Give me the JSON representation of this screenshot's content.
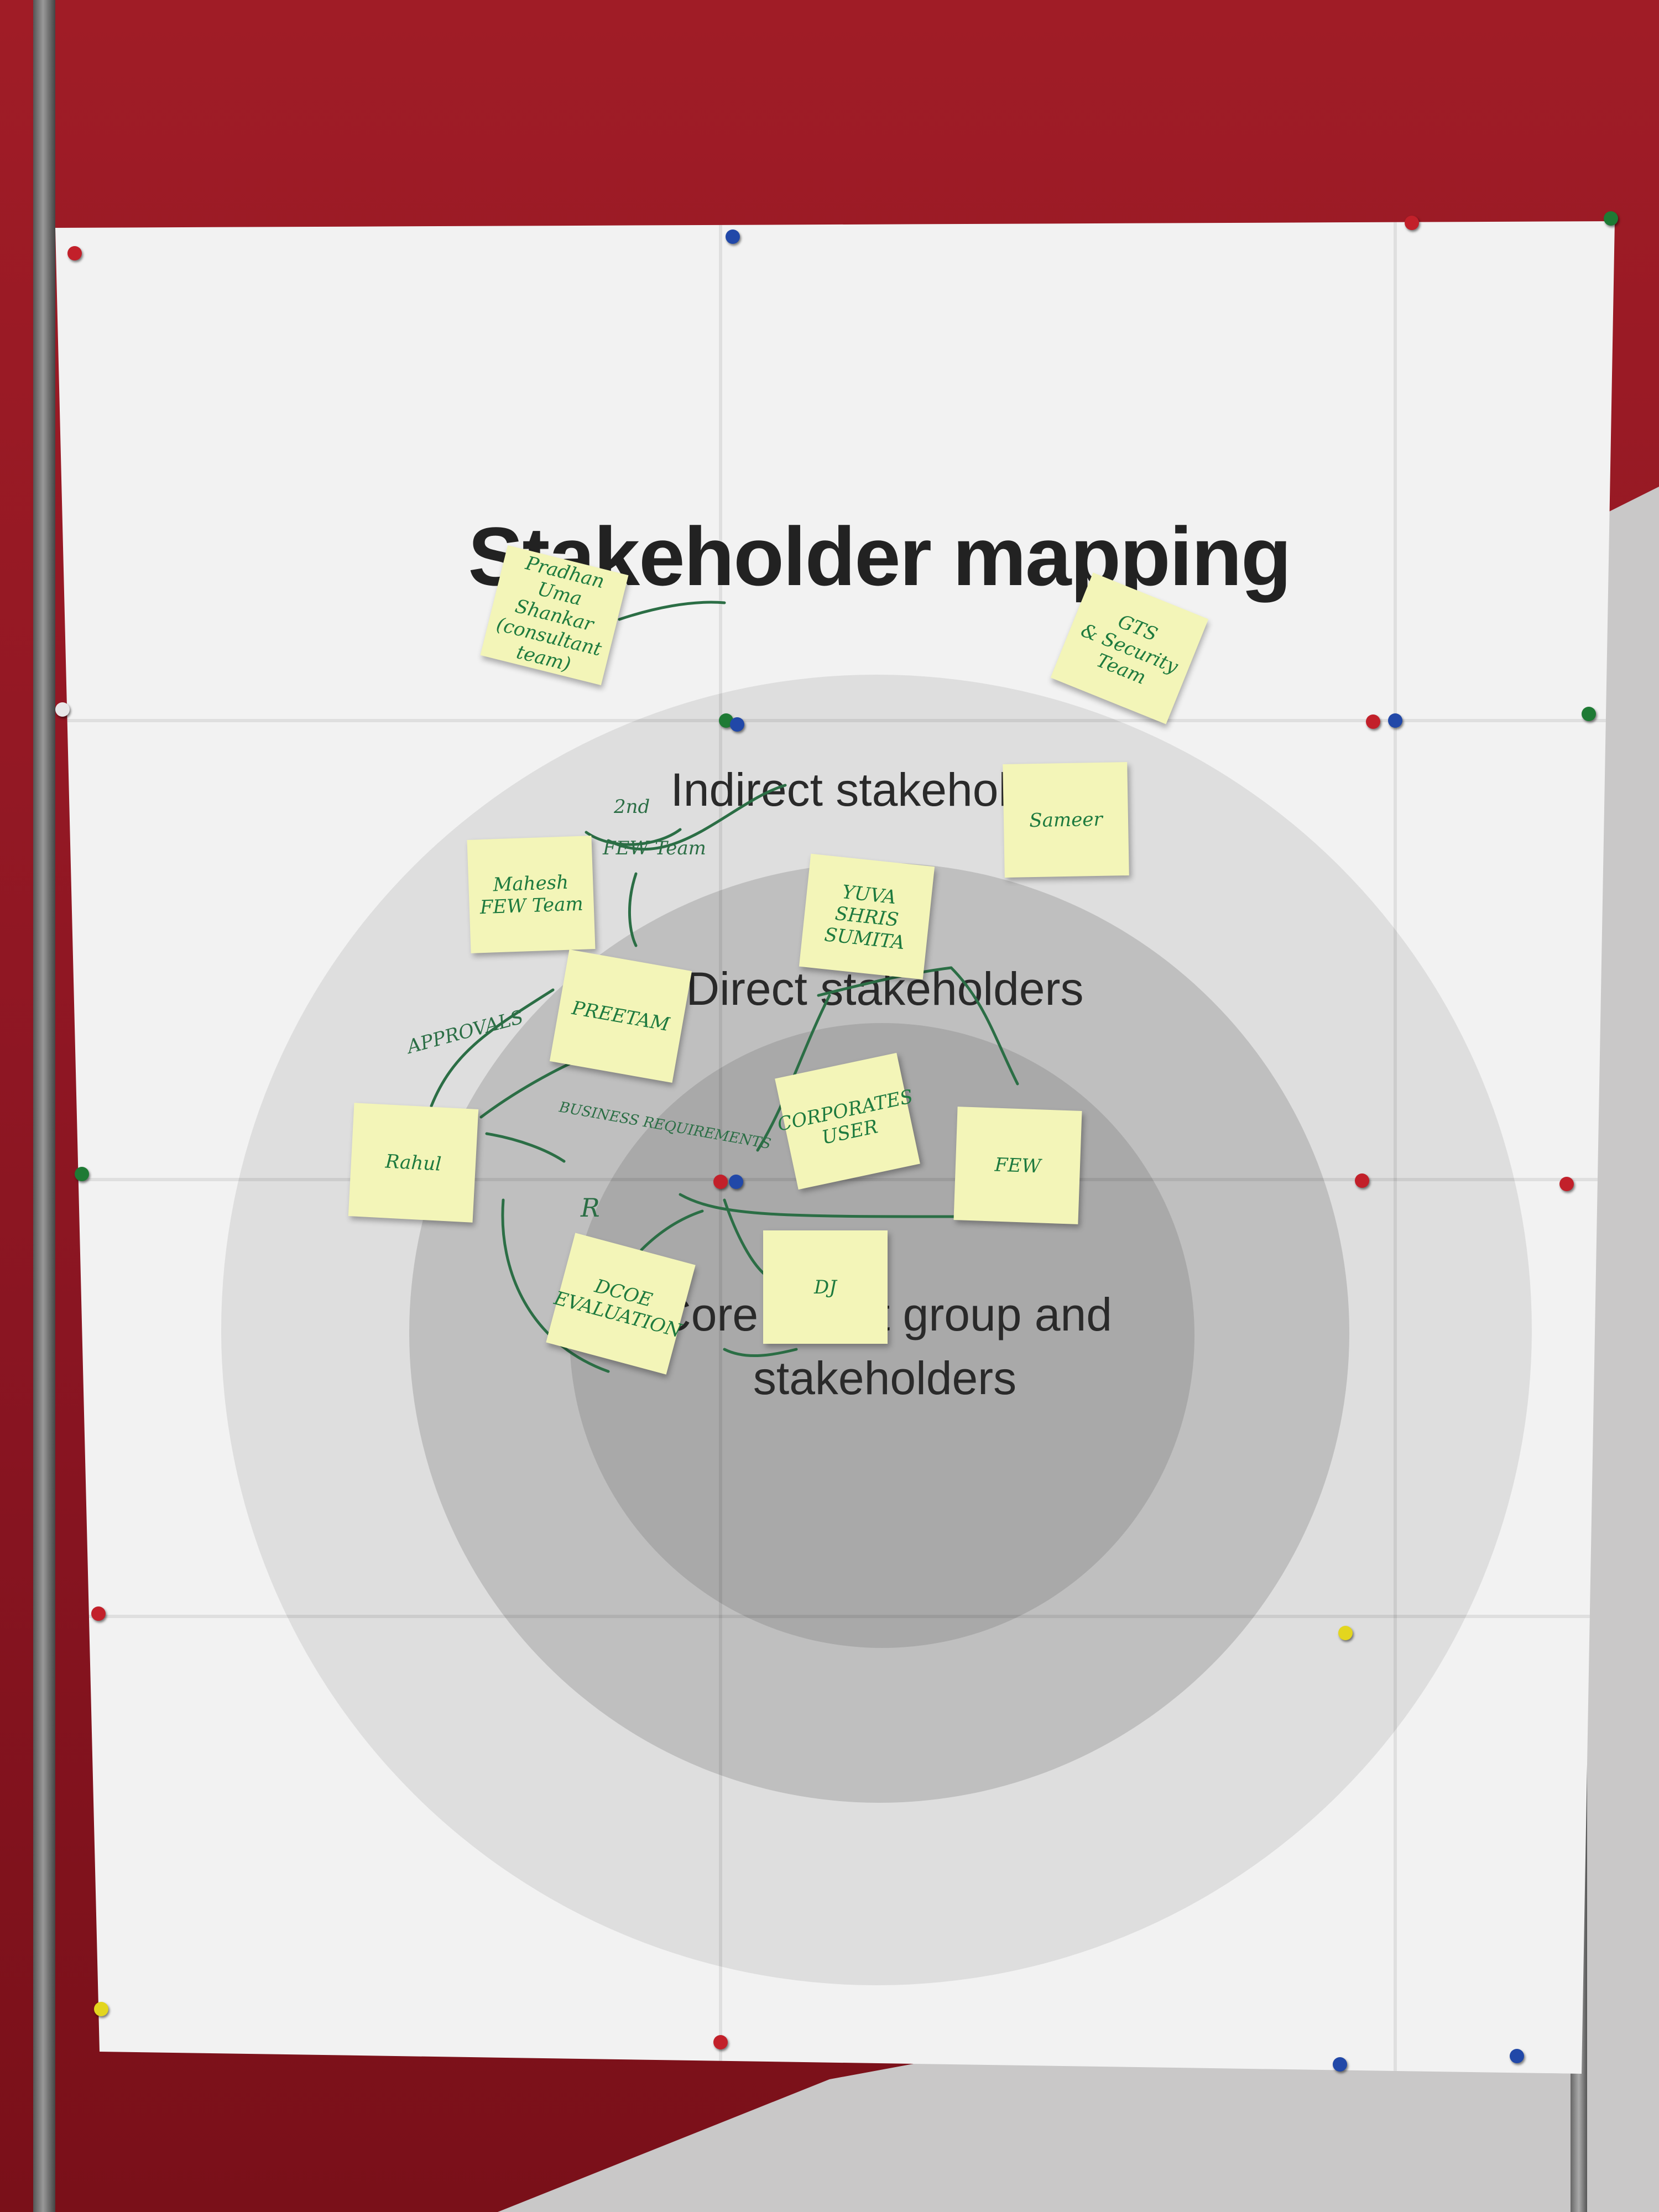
{
  "poster": {
    "title": "Stakeholder mapping",
    "rings": {
      "indirect": "Indirect stakeholders",
      "direct": "Direct stakeholders",
      "core": "Core target group and stakeholders"
    }
  },
  "notes": [
    {
      "id": "uma",
      "text": "Pradhan\nUma\nShankar\n(consultant team)"
    },
    {
      "id": "gts",
      "text": "GTS\n& Security\nTeam"
    },
    {
      "id": "sameer",
      "text": "Sameer"
    },
    {
      "id": "mahesh",
      "text": "Mahesh\nFEW Team"
    },
    {
      "id": "yuva",
      "text": "YUVA\nSHRIS\nSUMITA"
    },
    {
      "id": "preetam",
      "text": "PREETAM"
    },
    {
      "id": "rahul",
      "text": "Rahul"
    },
    {
      "id": "corporates",
      "text": "CORPORATES\nUSER"
    },
    {
      "id": "few",
      "text": "FEW"
    },
    {
      "id": "dcoe",
      "text": "DCOE\nEVALUATION"
    },
    {
      "id": "dj",
      "text": "DJ"
    }
  ],
  "annotations": [
    "2nd",
    "FEW Team",
    "APPROVALS",
    "BUSINESS REQUIREMENTS",
    "R"
  ],
  "colors": {
    "wall": "#8a1620",
    "poster": "#f2f2f2",
    "ring_outer": "#dedede",
    "ring_middle": "#bfbfbf",
    "ring_inner": "#a9a9a9",
    "note": "#f3f5b8",
    "ink": "#1d7a3e"
  }
}
